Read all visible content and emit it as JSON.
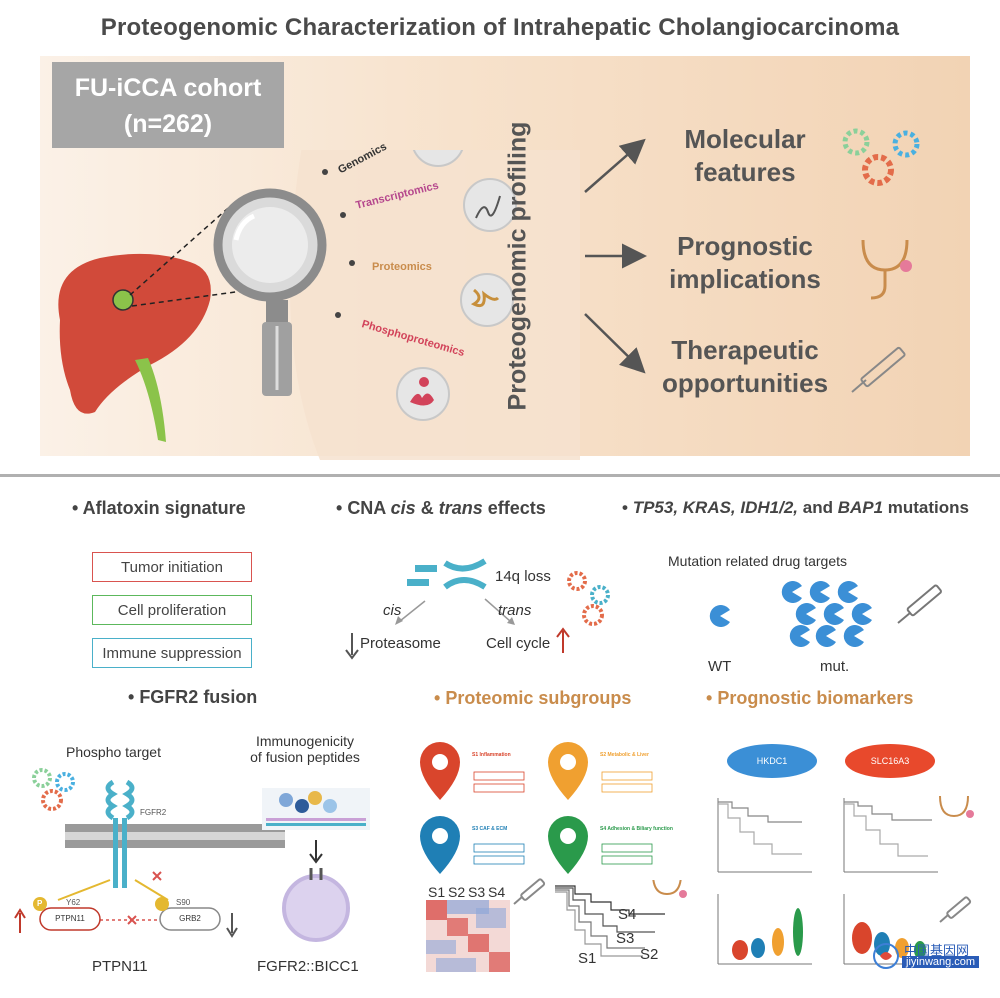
{
  "title": "Proteogenomic Characterization of Intrahepatic Cholangiocarcinoma",
  "cohort": {
    "line1": "FU-iCCA cohort",
    "line2": "(n=262)"
  },
  "omics": [
    "Genomics",
    "Transcriptomics",
    "Proteomics",
    "Phosphoproteomics"
  ],
  "profiling_label": "Proteogenomic profiling",
  "outcomes": [
    {
      "line1": "Molecular",
      "line2": "features"
    },
    {
      "line1": "Prognostic",
      "line2": "implications"
    },
    {
      "line1": "Therapeutic",
      "line2": "opportunities"
    }
  ],
  "aflatoxin": {
    "title": "Aflatoxin signature",
    "items": [
      "Tumor initiation",
      "Cell proliferation",
      "Immune suppression"
    ]
  },
  "cna": {
    "title_prefix": "CNA ",
    "title_cis": "cis",
    "title_amp": " & ",
    "title_trans": "trans",
    "title_suffix": " effects",
    "loss": "14q loss",
    "cis": "cis",
    "trans": "trans",
    "proteasome": "Proteasome",
    "cellcycle": "Cell cycle"
  },
  "mutations": {
    "genes": "TP53, KRAS, IDH1/2,",
    "and": " and ",
    "gene_last": "BAP1",
    "suffix": " mutations",
    "targets": "Mutation related drug targets",
    "wt": "WT",
    "mut": "mut."
  },
  "fgfr2": {
    "title": "FGFR2 fusion",
    "phospho": "Phospho target",
    "immuno1": "Immunogenicity",
    "immuno2": "of fusion peptides",
    "fgfr2_label": "FGFR2",
    "y62": "Y62",
    "s90": "S90",
    "ptpn11_box": "PTPN11",
    "grb2_box": "GRB2",
    "p": "P",
    "ptpn11": "PTPN11",
    "fusion": "FGFR2::BICC1"
  },
  "subgroups": {
    "title": "Proteomic subgroups",
    "s_labels": [
      "S1 Inflammation",
      "S2 Metabolic & Liver",
      "S3 CAF & ECM",
      "S4 Adhesion & Biliary function"
    ],
    "heat_labels": [
      "S1",
      "S2",
      "S3",
      "S4"
    ],
    "km_labels": [
      "S4",
      "S3",
      "S1",
      "S2"
    ]
  },
  "biomarkers": {
    "title": "Prognostic biomarkers",
    "marker1": "HKDC1",
    "marker2": "SLC16A3"
  },
  "watermark": {
    "cn": "中国基因网",
    "url": "jiyinwang.com"
  },
  "colors": {
    "aflatoxin_red": "#d9534f",
    "aflatoxin_green": "#5cb85c",
    "aflatoxin_cyan": "#4ab0c9",
    "orange_heading": "#c98c4c",
    "pac_blue": "#3b8fd6",
    "pin_red": "#d9452c",
    "pin_orange": "#f0a030",
    "pin_blue": "#1f7fb5",
    "pin_green": "#2a9a4b"
  }
}
